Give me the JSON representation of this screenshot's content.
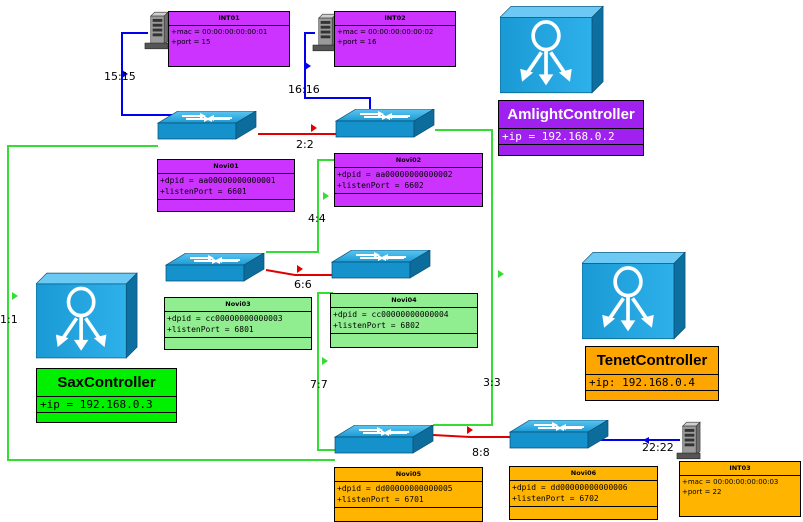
{
  "colors": {
    "switch": "#1a9fd8",
    "controller": "#1a9fd8",
    "amlight": "#a020f0",
    "sax": "#00f000",
    "tenet": "#ffa500",
    "novi_purple": "#cc33ff",
    "novi_green": "#90ee90",
    "novi_orange": "#ffb400",
    "link_red": "#e00000",
    "link_green": "#33dd33",
    "link_blue": "#0000ee"
  },
  "hosts": [
    {
      "id": "INT01",
      "title": "INT01",
      "mac": "+mac = 00:00:00:00:00:01",
      "port": "+port = 15",
      "icon": "server-icon"
    },
    {
      "id": "INT02",
      "title": "INT02",
      "mac": "+mac = 00:00:00:00:00:02",
      "port": "+port = 16",
      "icon": "server-icon"
    },
    {
      "id": "INT03",
      "title": "INT03",
      "mac": "+mac = 00:00:00:00:00:03",
      "port": "+port = 22",
      "icon": "server-icon"
    }
  ],
  "switches": [
    {
      "id": "Novi01",
      "title": "Novi01",
      "dpid": "+dpid = aa00000000000001",
      "listen": "+listenPort = 6601",
      "icon": "switch-icon"
    },
    {
      "id": "Novi02",
      "title": "Novi02",
      "dpid": "+dpid = aa00000000000002",
      "listen": "+listenPort = 6602",
      "icon": "switch-icon"
    },
    {
      "id": "Novi03",
      "title": "Novi03",
      "dpid": "+dpid = cc00000000000003",
      "listen": "+listenPort = 6801",
      "icon": "switch-icon"
    },
    {
      "id": "Novi04",
      "title": "Novi04",
      "dpid": "+dpid = cc00000000000004",
      "listen": "+listenPort = 6802",
      "icon": "switch-icon"
    },
    {
      "id": "Novi05",
      "title": "Novi05",
      "dpid": "+dpid = dd00000000000005",
      "listen": "+listenPort = 6701",
      "icon": "switch-icon"
    },
    {
      "id": "Novi06",
      "title": "Novi06",
      "dpid": "+dpid = dd00000000000006",
      "listen": "+listenPort = 6702",
      "icon": "switch-icon"
    }
  ],
  "controllers": [
    {
      "id": "amlight",
      "title": "AmlightController",
      "ip": "+ip = 192.168.0.2",
      "icon": "controller-icon"
    },
    {
      "id": "sax",
      "title": "SaxController",
      "ip": "+ip = 192.168.0.3",
      "icon": "controller-icon"
    },
    {
      "id": "tenet",
      "title": "TenetController",
      "ip": "+ip: 192.168.0.4",
      "icon": "controller-icon"
    }
  ],
  "port_labels": [
    "15:15",
    "16:16",
    "2:2",
    "4:4",
    "6:6",
    "1:1",
    "7:7",
    "3:3",
    "8:8",
    "22:22"
  ]
}
